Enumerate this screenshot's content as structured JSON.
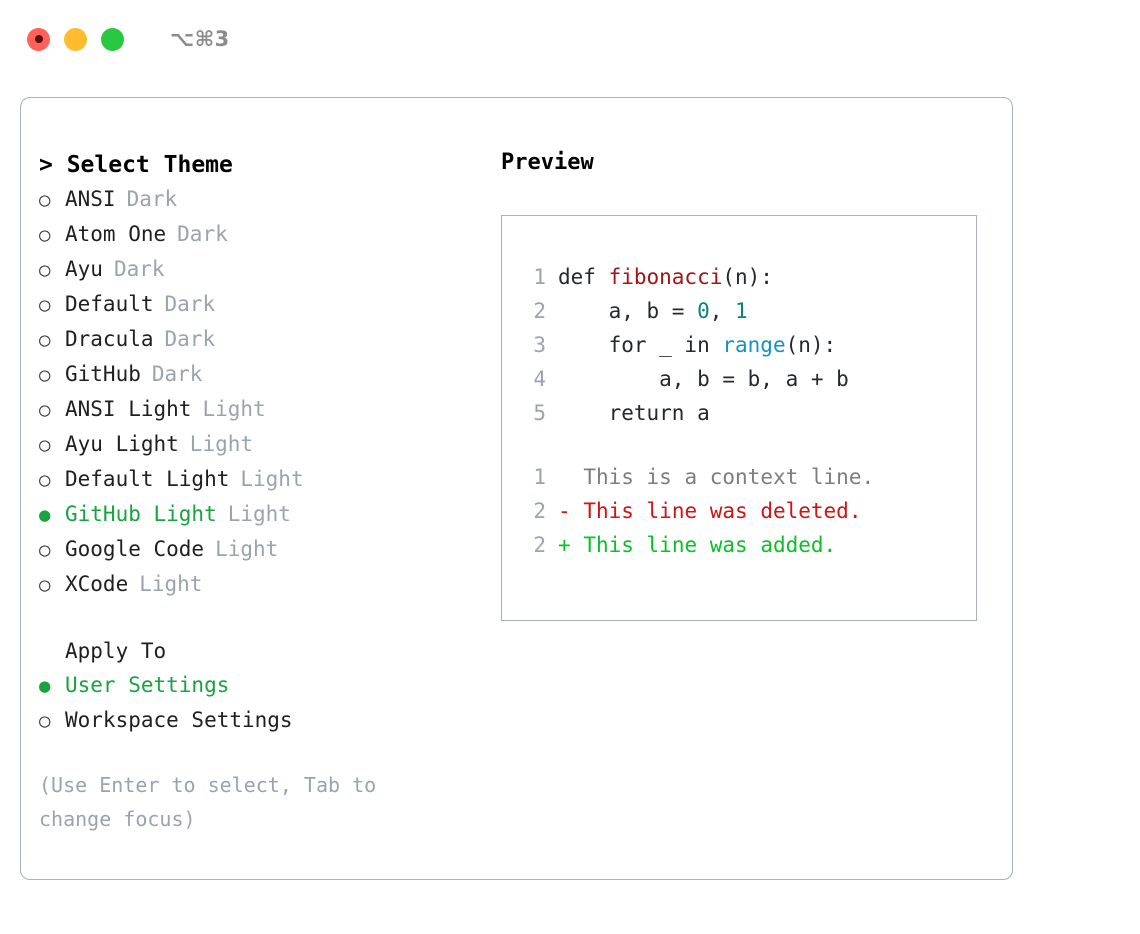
{
  "titlebar": {
    "shortcut": "⌥⌘3",
    "buttons": [
      "close",
      "minimize",
      "maximize"
    ]
  },
  "theme_panel": {
    "heading": "> Select Theme",
    "bullet_selected": "●",
    "bullet_unselected": "○",
    "accent_color": "#18a33f",
    "tag_color": "#9aa3b0",
    "items": [
      {
        "name": "ANSI",
        "tag": "Dark",
        "selected": false
      },
      {
        "name": "Atom One",
        "tag": "Dark",
        "selected": false
      },
      {
        "name": "Ayu",
        "tag": "Dark",
        "selected": false
      },
      {
        "name": "Default",
        "tag": "Dark",
        "selected": false
      },
      {
        "name": "Dracula",
        "tag": "Dark",
        "selected": false
      },
      {
        "name": "GitHub",
        "tag": "Dark",
        "selected": false
      },
      {
        "name": "ANSI Light",
        "tag": "Light",
        "selected": false
      },
      {
        "name": "Ayu Light",
        "tag": "Light",
        "selected": false
      },
      {
        "name": "Default Light",
        "tag": "Light",
        "selected": false
      },
      {
        "name": "GitHub Light",
        "tag": "Light",
        "selected": true
      },
      {
        "name": "Google Code",
        "tag": "Light",
        "selected": false
      },
      {
        "name": "XCode",
        "tag": "Light",
        "selected": false
      }
    ]
  },
  "apply_to": {
    "label": "Apply To",
    "options": [
      {
        "name": "User Settings",
        "selected": true
      },
      {
        "name": "Workspace Settings",
        "selected": false
      }
    ]
  },
  "hint": "(Use Enter to select, Tab to change focus)",
  "preview": {
    "title": "Preview",
    "code_lines": [
      {
        "num": "1",
        "segments": [
          {
            "text": "def ",
            "kind": "plain"
          },
          {
            "text": "fibonacci",
            "kind": "fn"
          },
          {
            "text": "(n):",
            "kind": "plain"
          }
        ]
      },
      {
        "num": "2",
        "segments": [
          {
            "text": "    a, b = ",
            "kind": "plain"
          },
          {
            "text": "0",
            "kind": "num"
          },
          {
            "text": ", ",
            "kind": "plain"
          },
          {
            "text": "1",
            "kind": "num"
          }
        ]
      },
      {
        "num": "3",
        "segments": [
          {
            "text": "    for _ in ",
            "kind": "plain"
          },
          {
            "text": "range",
            "kind": "call"
          },
          {
            "text": "(n):",
            "kind": "plain"
          }
        ]
      },
      {
        "num": "4",
        "segments": [
          {
            "text": "        a, b = b, a + b",
            "kind": "plain"
          }
        ]
      },
      {
        "num": "5",
        "segments": [
          {
            "text": "    return a",
            "kind": "plain"
          }
        ]
      }
    ],
    "diff_lines": [
      {
        "num": "1",
        "marker": " ",
        "text": "This is a context line.",
        "kind": "context"
      },
      {
        "num": "2",
        "marker": "-",
        "text": "This line was deleted.",
        "kind": "deleted"
      },
      {
        "num": "2",
        "marker": "+",
        "text": "This line was added.",
        "kind": "added"
      }
    ]
  }
}
